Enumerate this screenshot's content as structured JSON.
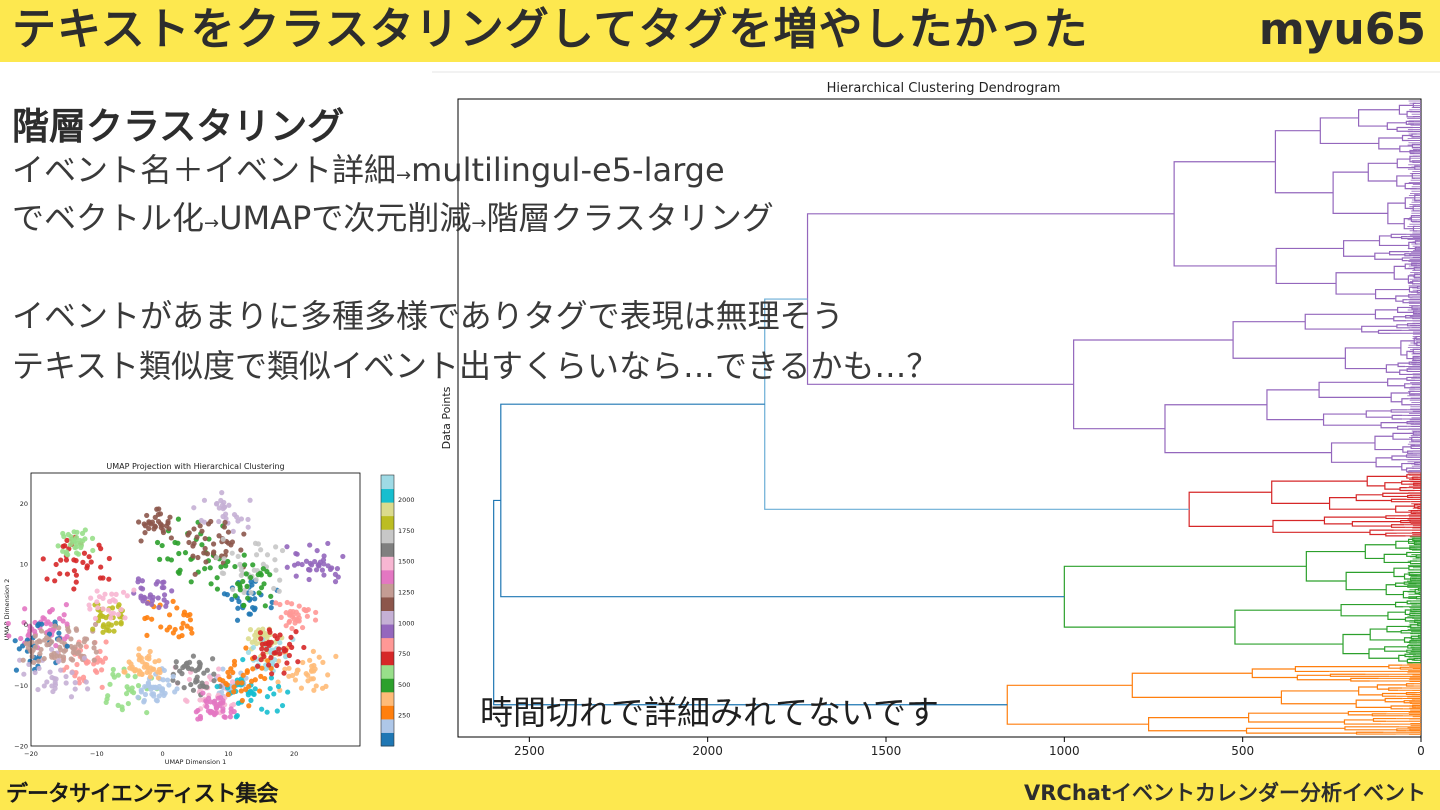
{
  "header": {
    "title": "テキストをクラスタリングしてタグを増やしたかった",
    "author": "myu65"
  },
  "content": {
    "heading": "階層クラスタリング",
    "line1_a": "イベント名＋イベント詳細",
    "line1_arrow": "→",
    "line1_b": "multilingul-e5-large",
    "line2_a": "でベクトル化",
    "line2_arrow1": "→",
    "line2_b": "UMAPで次元削減",
    "line2_arrow2": "→",
    "line2_c": "階層クラスタリング",
    "line3": "イベントがあまりに多種多様でありタグで表現は無理そう",
    "line4": "テキスト類似度で類似イベント出すくらいなら…できるかも…？",
    "note": "時間切れで詳細みれてないです"
  },
  "footer": {
    "left": "データサイエンティスト集会",
    "right": "VRChatイベントカレンダー分析イベント"
  },
  "chart_data": [
    {
      "type": "dendrogram",
      "title": "Hierarchical Clustering Dendrogram",
      "ylabel": "Data Points",
      "x_ticks": [
        "2500",
        "2000",
        "1500",
        "1000",
        "500",
        "0"
      ],
      "x_range": [
        2700,
        0
      ],
      "orientation": "left",
      "colors": {
        "purple": "#9467bd",
        "red": "#d62728",
        "green": "#2ca02c",
        "orange": "#ff7f0e",
        "blue": "#1f77b4"
      },
      "clusters": [
        {
          "color": "#9467bd",
          "merge_height": 1720
        },
        {
          "color": "#d62728",
          "merge_height": 650
        },
        {
          "color": "#2ca02c",
          "merge_height": 1000
        },
        {
          "color": "#ff7f0e",
          "merge_height": 1160
        }
      ],
      "top_merges": [
        {
          "height": 1840,
          "joins": "purple+red"
        },
        {
          "height": 2580,
          "joins": "upper+green"
        },
        {
          "height": 2600,
          "joins": "root+orange"
        }
      ]
    },
    {
      "type": "scatter",
      "title": "UMAP Projection with Hierarchical Clustering",
      "xlabel": "UMAP Dimension 1",
      "ylabel": "UMAP Dimension 2",
      "x_ticks": [
        "−20",
        "−10",
        "0",
        "10",
        "20"
      ],
      "y_ticks": [
        "20",
        "10",
        "0",
        "−10",
        "−20"
      ],
      "xlim": [
        -20,
        30
      ],
      "ylim": [
        -20,
        25
      ],
      "colorbar_ticks": [
        "2000",
        "1750",
        "1500",
        "1250",
        "1000",
        "750",
        "500",
        "250"
      ],
      "colormap": [
        "#1f77b4",
        "#aec7e8",
        "#ff7f0e",
        "#ffbb78",
        "#2ca02c",
        "#98df8a",
        "#d62728",
        "#ff9896",
        "#9467bd",
        "#c5b0d5",
        "#8c564b",
        "#c49c94",
        "#e377c2",
        "#f7b6d2",
        "#7f7f7f",
        "#c7c7c7",
        "#bcbd22",
        "#dbdb8d",
        "#17becf",
        "#9edae5"
      ]
    }
  ]
}
